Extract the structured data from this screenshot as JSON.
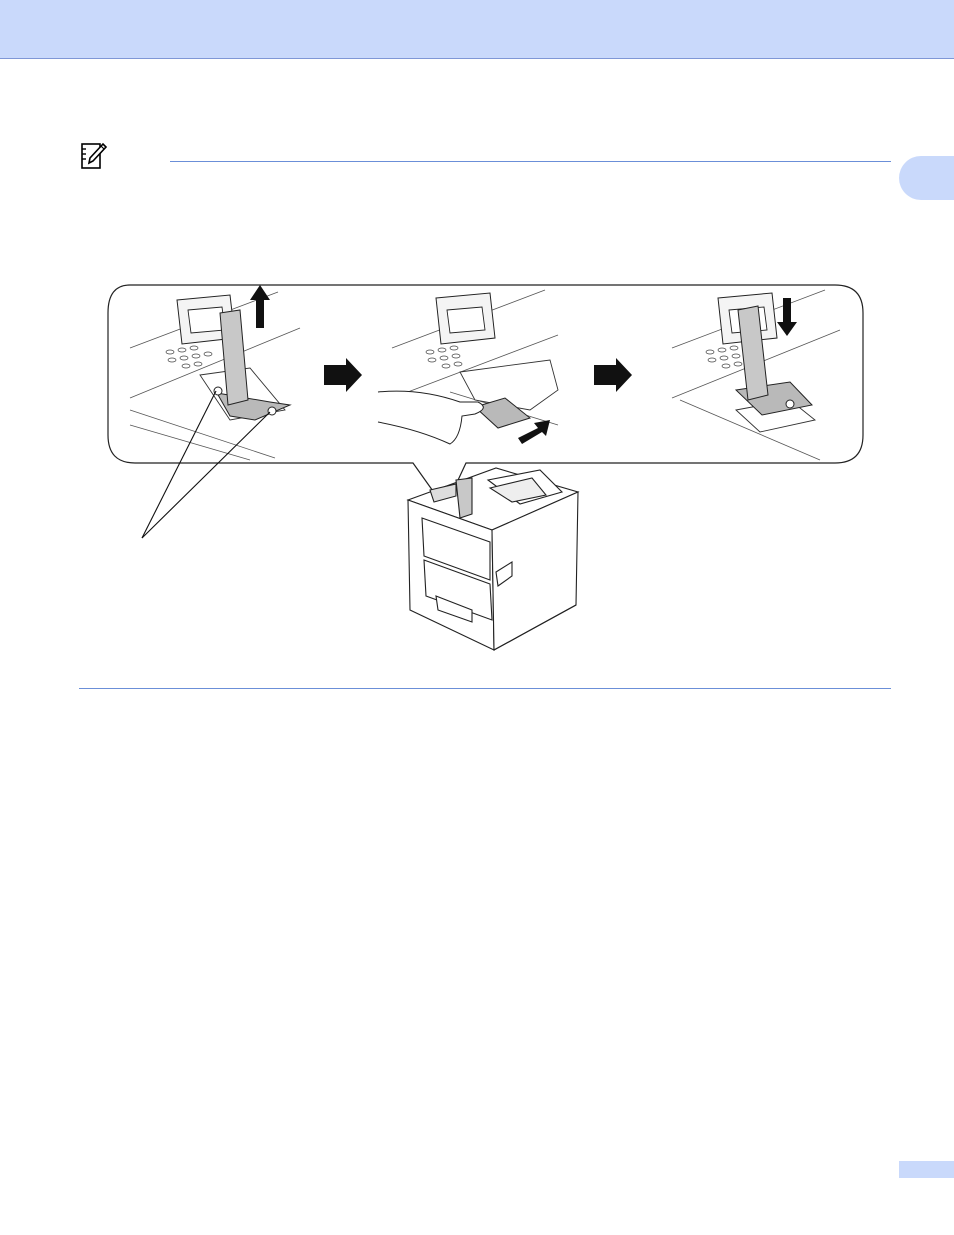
{
  "header": {
    "band_color": "#c9d9fb",
    "rule_color": "#6b8fd8"
  },
  "note": {
    "icon": "note-pencil-icon"
  },
  "illustration": {
    "panels": [
      {
        "step": "lift-cover",
        "icon": "arrow-up-icon"
      },
      {
        "step": "slide-cover-in",
        "icon": "arrow-diagonal-icon"
      },
      {
        "step": "lower-cover",
        "icon": "arrow-down-icon"
      }
    ],
    "transition_icon": "arrow-right-icon"
  }
}
